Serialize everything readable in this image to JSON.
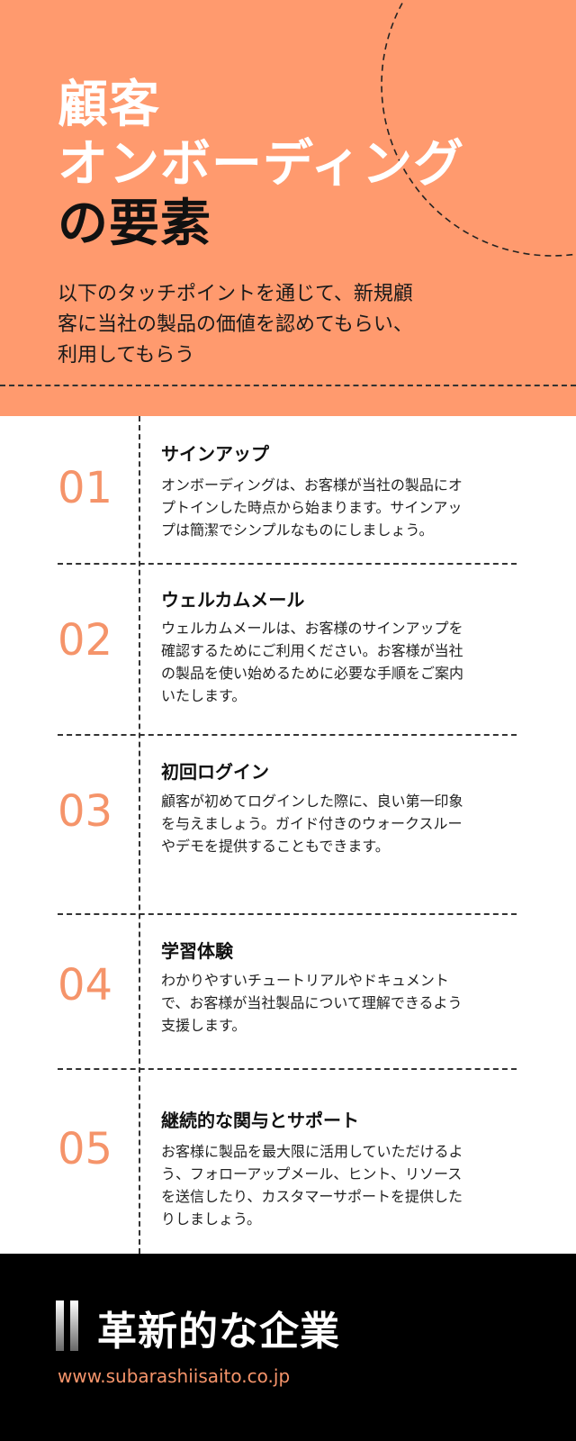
{
  "header": {
    "title_line1": "顧客",
    "title_line2": "オンボーディング",
    "title_line3": "の要素",
    "subtitle_line1": "以下のタッチポイントを通じて、新規顧",
    "subtitle_line2": "客に当社の製品の価値を認めてもらい、",
    "subtitle_line3": "利用してもらう"
  },
  "steps": [
    {
      "number": "01",
      "heading": "サインアップ",
      "lines": [
        "オンボーディングは、お客様が当社の製品にオ",
        "プトインした時点から始まります。サインアッ",
        "プは簡潔でシンプルなものにしましょう。"
      ]
    },
    {
      "number": "02",
      "heading": "ウェルカムメール",
      "lines": [
        "ウェルカムメールは、お客様のサインアップを",
        "確認するためにご利用ください。お客様が当社",
        "の製品を使い始めるために必要な手順をご案内",
        "いたします。"
      ]
    },
    {
      "number": "03",
      "heading": "初回ログイン",
      "lines": [
        "顧客が初めてログインした際に、良い第一印象",
        "を与えましょう。ガイド付きのウォークスルー",
        "やデモを提供することもできます。"
      ]
    },
    {
      "number": "04",
      "heading": "学習体験",
      "lines": [
        "わかりやすいチュートリアルやドキュメント",
        "で、お客様が当社製品について理解できるよう",
        "支援します。"
      ]
    },
    {
      "number": "05",
      "heading": "継続的な関与とサポート",
      "lines": [
        "お客様に製品を最大限に活用していただけるよ",
        "う、フォローアップメール、ヒント、リソース",
        "を送信したり、カスタマーサポートを提供した",
        "りしましょう。"
      ]
    }
  ],
  "footer": {
    "brand": "革新的な企業",
    "url": "www.subarashiisaito.co.jp"
  },
  "colors": {
    "accent": "#FF9A6E",
    "number": "#F5946A",
    "footer_bg": "#000000"
  }
}
